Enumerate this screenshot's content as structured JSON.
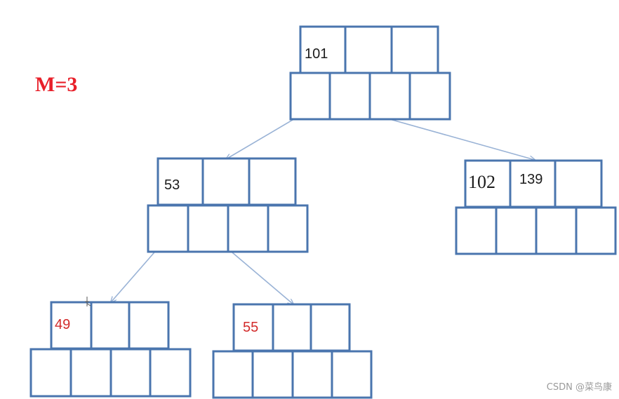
{
  "diagram": {
    "order_label": "M=3",
    "nodes": {
      "root": {
        "keys": [
          "101",
          "",
          ""
        ]
      },
      "mid_left": {
        "keys": [
          "53",
          "",
          ""
        ]
      },
      "mid_right": {
        "keys": [
          "102",
          "139",
          ""
        ]
      },
      "leaf_left": {
        "keys": [
          "49",
          "",
          ""
        ]
      },
      "leaf_right": {
        "keys": [
          "55",
          "",
          ""
        ]
      }
    },
    "edges": [
      {
        "from": "root",
        "to": "mid_left"
      },
      {
        "from": "root",
        "to": "mid_right"
      },
      {
        "from": "mid_left",
        "to": "leaf_left"
      },
      {
        "from": "mid_left",
        "to": "leaf_right"
      }
    ]
  },
  "watermark": "CSDN @菜鸟康",
  "colors": {
    "node_border": "#4a75ae",
    "edge": "#9ab3d6",
    "order_label": "#e8202a",
    "leaf_key": "#d22b2b"
  }
}
